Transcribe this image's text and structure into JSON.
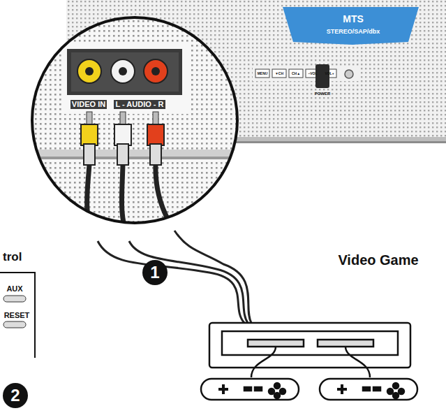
{
  "diagram": {
    "labels": [
      "MTS",
      "STEREO/SAP/dbx",
      "MENU",
      "▼CH",
      "CH▲",
      "–VOL",
      "VOL+",
      "POWER",
      "VIDEO IN",
      "L - AUDIO - R",
      "1",
      "Video Game",
      "trol",
      "AUX",
      "RESET",
      "2"
    ]
  }
}
